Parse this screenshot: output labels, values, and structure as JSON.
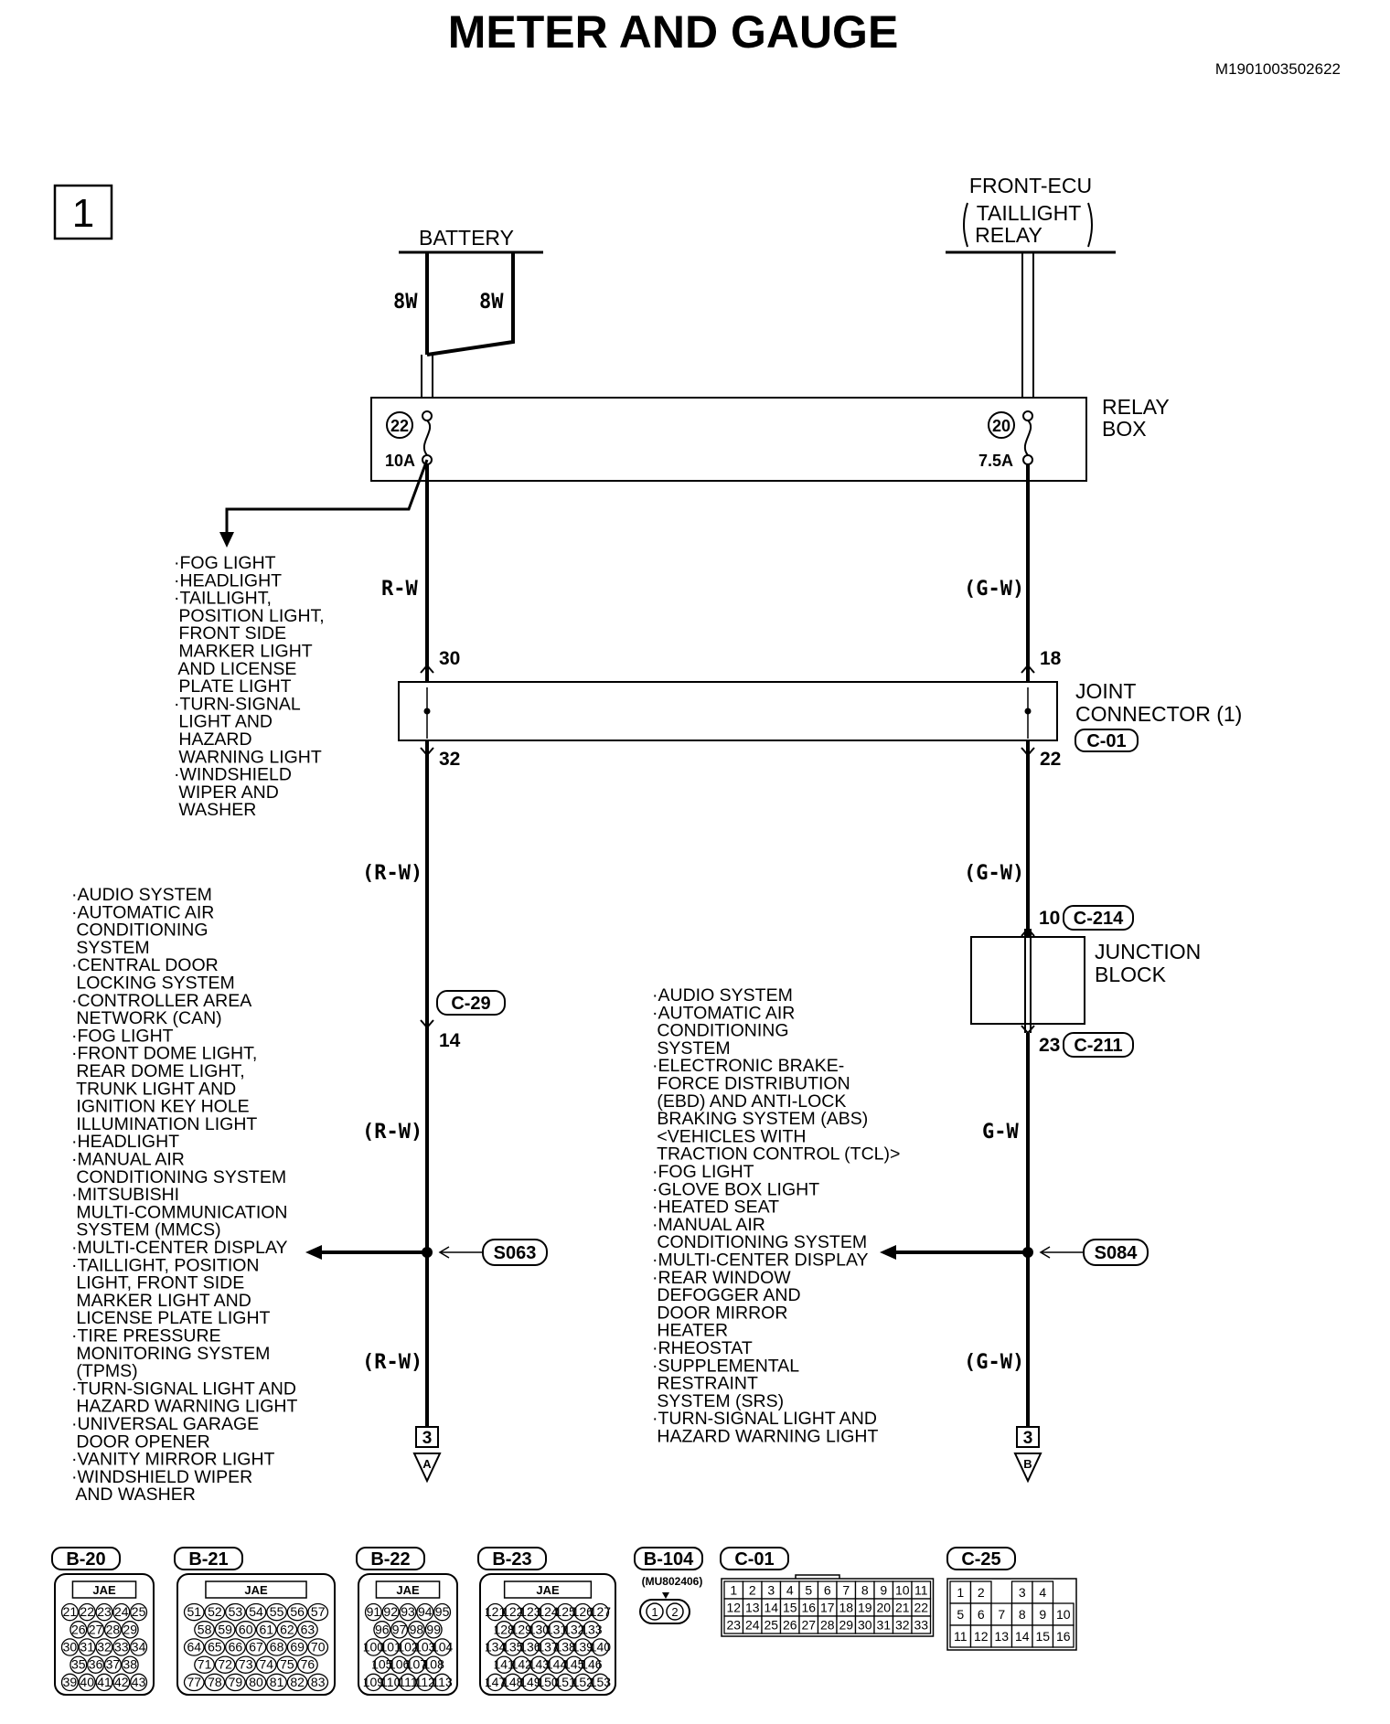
{
  "title": "METER AND GAUGE",
  "doc_id": "M1901003502622",
  "page_number": "1",
  "components": {
    "battery": "BATTERY",
    "front_ecu": "FRONT-ECU",
    "taillight_relay_1": "TAILLIGHT",
    "taillight_relay_2": "RELAY",
    "relay_box_1": "RELAY",
    "relay_box_2": "BOX",
    "joint_connector_1": "JOINT",
    "joint_connector_2": "CONNECTOR (1)",
    "junction_block_1": "JUNCTION",
    "junction_block_2": "BLOCK"
  },
  "fuses": {
    "left_number": "22",
    "left_rating": "10A",
    "right_number": "20",
    "right_rating": "7.5A"
  },
  "wires": {
    "battery_left": "8W",
    "battery_right": "8W",
    "left_1": "R-W",
    "left_2": "(R-W)",
    "left_3": "(R-W)",
    "left_4": "(R-W)",
    "right_1": "(G-W)",
    "right_2": "(G-W)",
    "right_3": "G-W",
    "right_4": "(G-W)"
  },
  "pins": {
    "jc_left_in": "30",
    "jc_left_out": "32",
    "jc_right_in": "18",
    "jc_right_out": "22",
    "c29_pin": "14",
    "jb_in": "10",
    "jb_out": "23"
  },
  "connectors": {
    "joint": "C-01",
    "c29": "C-29",
    "jb_in": "C-214",
    "jb_out": "C-211"
  },
  "splices": {
    "left": "S063",
    "right": "S084"
  },
  "continuations": {
    "left_page": "3",
    "left_letter": "A",
    "right_page": "3",
    "right_letter": "B"
  },
  "fuse_branch_list": [
    "·FOG LIGHT",
    "·HEADLIGHT",
    "·TAILLIGHT,",
    " POSITION LIGHT,",
    " FRONT SIDE",
    " MARKER LIGHT",
    " AND LICENSE",
    " PLATE LIGHT",
    "·TURN-SIGNAL",
    " LIGHT AND",
    " HAZARD",
    " WARNING LIGHT",
    "·WINDSHIELD",
    " WIPER AND",
    " WASHER"
  ],
  "left_splice_list": [
    "·AUDIO SYSTEM",
    "·AUTOMATIC AIR",
    " CONDITIONING",
    " SYSTEM",
    "·CENTRAL DOOR",
    " LOCKING SYSTEM",
    "·CONTROLLER AREA",
    " NETWORK (CAN)",
    "·FOG LIGHT",
    "·FRONT DOME LIGHT,",
    " REAR DOME LIGHT,",
    " TRUNK LIGHT AND",
    " IGNITION KEY HOLE",
    " ILLUMINATION LIGHT",
    "·HEADLIGHT",
    "·MANUAL AIR",
    " CONDITIONING SYSTEM",
    "·MITSUBISHI",
    " MULTI-COMMUNICATION",
    " SYSTEM (MMCS)",
    "·MULTI-CENTER DISPLAY",
    "·TAILLIGHT, POSITION",
    " LIGHT, FRONT SIDE",
    " MARKER LIGHT AND",
    " LICENSE PLATE LIGHT",
    "·TIRE PRESSURE",
    " MONITORING SYSTEM",
    " (TPMS)",
    "·TURN-SIGNAL LIGHT AND",
    " HAZARD WARNING LIGHT",
    "·UNIVERSAL GARAGE",
    " DOOR OPENER",
    "·VANITY MIRROR LIGHT",
    "·WINDSHIELD WIPER",
    " AND WASHER"
  ],
  "right_splice_list": [
    "·AUDIO SYSTEM",
    "·AUTOMATIC AIR",
    " CONDITIONING",
    " SYSTEM",
    "·ELECTRONIC BRAKE-",
    " FORCE DISTRIBUTION",
    " (EBD) AND ANTI-LOCK",
    " BRAKING SYSTEM (ABS)",
    " <VEHICLES WITH",
    " TRACTION CONTROL (TCL)>",
    "·FOG LIGHT",
    "·GLOVE BOX LIGHT",
    "·HEATED SEAT",
    "·MANUAL AIR",
    " CONDITIONING SYSTEM",
    "·MULTI-CENTER DISPLAY",
    "·REAR WINDOW",
    " DEFOGGER AND",
    " DOOR MIRROR",
    " HEATER",
    "·RHEOSTAT",
    "·SUPPLEMENTAL",
    " RESTRAINT",
    " SYSTEM (SRS)",
    "·TURN-SIGNAL LIGHT AND",
    " HAZARD WARNING LIGHT"
  ],
  "connector_views": {
    "labels": [
      "B-20",
      "B-21",
      "B-22",
      "B-23",
      "B-104",
      "C-01",
      "C-25"
    ],
    "maker": "JAE",
    "b104_part": "(MU802406)",
    "b20_rows": [
      [
        "21",
        "22",
        "23",
        "24",
        "25"
      ],
      [
        "26",
        "27",
        "28",
        "29"
      ],
      [
        "30",
        "31",
        "32",
        "33",
        "34"
      ],
      [
        "35",
        "36",
        "37",
        "38"
      ],
      [
        "39",
        "40",
        "41",
        "42",
        "43"
      ]
    ],
    "b21_rows": [
      [
        "51",
        "52",
        "53",
        "54",
        "55",
        "56",
        "57"
      ],
      [
        "58",
        "59",
        "60",
        "61",
        "62",
        "63"
      ],
      [
        "64",
        "65",
        "66",
        "67",
        "68",
        "69",
        "70"
      ],
      [
        "71",
        "72",
        "73",
        "74",
        "75",
        "76"
      ],
      [
        "77",
        "78",
        "79",
        "80",
        "81",
        "82",
        "83"
      ]
    ],
    "b22_rows": [
      [
        "91",
        "92",
        "93",
        "94",
        "95"
      ],
      [
        "96",
        "97",
        "98",
        "99"
      ],
      [
        "100",
        "101",
        "102",
        "103",
        "104"
      ],
      [
        "105",
        "106",
        "107",
        "108"
      ],
      [
        "109",
        "110",
        "111",
        "112",
        "113"
      ]
    ],
    "b23_rows": [
      [
        "121",
        "122",
        "123",
        "124",
        "125",
        "126",
        "127"
      ],
      [
        "128",
        "129",
        "130",
        "131",
        "132",
        "133"
      ],
      [
        "134",
        "135",
        "136",
        "137",
        "138",
        "139",
        "140"
      ],
      [
        "141",
        "142",
        "143",
        "144",
        "145",
        "146"
      ],
      [
        "147",
        "148",
        "149",
        "150",
        "151",
        "152",
        "153"
      ]
    ],
    "b104_pins": [
      "1",
      "2"
    ],
    "c01_rows": [
      [
        "1",
        "2",
        "3",
        "4",
        "5",
        "6",
        "7",
        "8",
        "9",
        "10",
        "11"
      ],
      [
        "12",
        "13",
        "14",
        "15",
        "16",
        "17",
        "18",
        "19",
        "20",
        "21",
        "22"
      ],
      [
        "23",
        "24",
        "25",
        "26",
        "27",
        "28",
        "29",
        "30",
        "31",
        "32",
        "33"
      ]
    ],
    "c25_rows": [
      [
        "1",
        "2",
        "",
        "3",
        "4"
      ],
      [
        "5",
        "6",
        "7",
        "8",
        "9",
        "10"
      ],
      [
        "11",
        "12",
        "13",
        "14",
        "15",
        "16"
      ]
    ]
  }
}
